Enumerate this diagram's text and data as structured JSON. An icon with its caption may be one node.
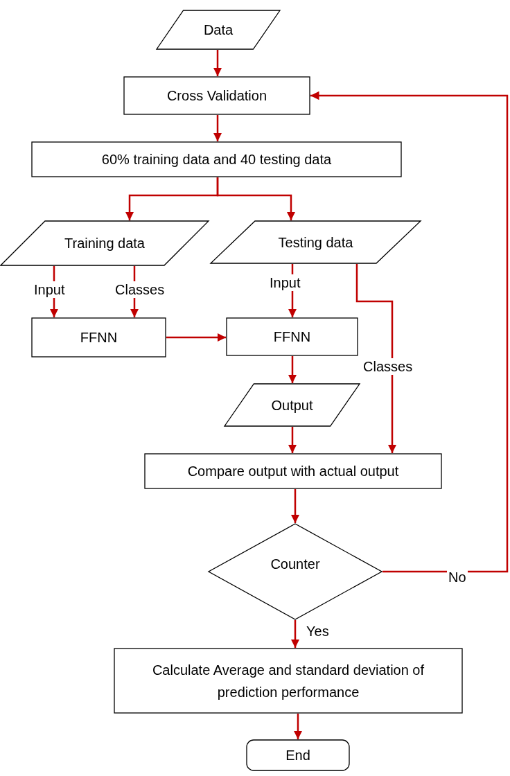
{
  "diagram": {
    "nodes": [
      {
        "text": [
          "Data"
        ]
      },
      {
        "text": [
          "Cross Validation"
        ]
      },
      {
        "text": [
          "60% training data and 40 testing data"
        ]
      },
      {
        "text": [
          "Training data"
        ]
      },
      {
        "text": [
          "Testing data"
        ]
      },
      {
        "text": [
          "FFNN"
        ]
      },
      {
        "text": [
          "FFNN"
        ]
      },
      {
        "text": [
          "Output"
        ]
      },
      {
        "text": [
          "Compare output with actual output"
        ]
      },
      {
        "text": [
          "Counter"
        ]
      },
      {
        "text": [
          "Calculate Average and standard deviation of prediction performance"
        ]
      },
      {
        "text": [
          "End"
        ]
      }
    ],
    "edges": [
      {
        "from": 0,
        "to": 1,
        "arrow": "to"
      },
      {
        "from": 1,
        "to": 2,
        "arrow": "to"
      },
      {
        "from": 2,
        "to": 3,
        "arrow": "to"
      },
      {
        "from": 2,
        "to": 4,
        "arrow": "to"
      },
      {
        "from": 3,
        "to": 5,
        "label": "Input",
        "arrow": "to"
      },
      {
        "from": 3,
        "to": 5,
        "label": "Classes",
        "arrow": "to"
      },
      {
        "from": 4,
        "to": 6,
        "label": "Input",
        "arrow": "to"
      },
      {
        "from": 5,
        "to": 6,
        "arrow": "to"
      },
      {
        "from": 4,
        "to": 8,
        "label": "Classes",
        "arrow": "to"
      },
      {
        "from": 6,
        "to": 7,
        "arrow": "to"
      },
      {
        "from": 7,
        "to": 8,
        "arrow": "to"
      },
      {
        "from": 8,
        "to": 9,
        "arrow": "to"
      },
      {
        "from": 9,
        "to": 10,
        "label": "Yes",
        "arrow": "to"
      },
      {
        "from": 9,
        "to": 1,
        "label": "No",
        "arrow": "to"
      },
      {
        "from": 10,
        "to": 11,
        "arrow": "to"
      }
    ]
  }
}
